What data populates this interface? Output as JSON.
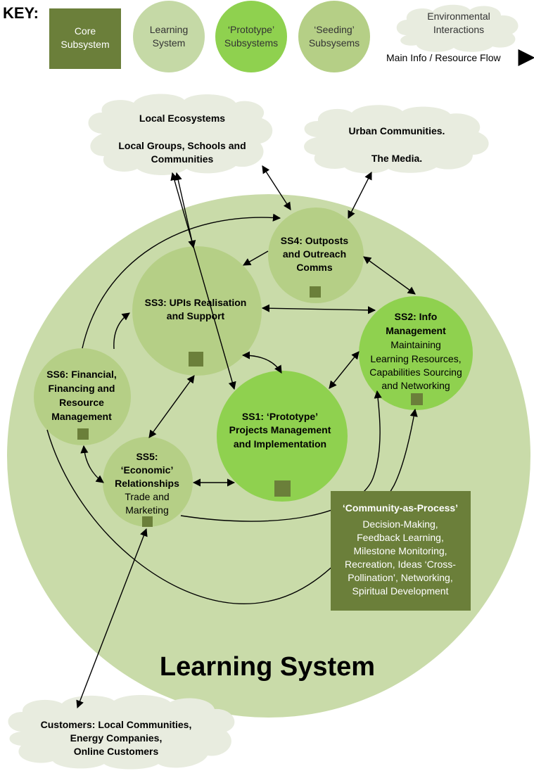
{
  "colors": {
    "core": "#6b7f3a",
    "learning": "#c5d9a6",
    "learning_big": "#c9dba9",
    "prototype": "#8fd14f",
    "seeding": "#b5cf86",
    "cloud": "#e8ecdf",
    "arrow": "#000000"
  },
  "key": {
    "title": "KEY:",
    "core": [
      "Core",
      "Subsystem"
    ],
    "learning": [
      "Learning",
      "System"
    ],
    "prototype": [
      "‘Prototype’",
      "Subsystems"
    ],
    "seeding": [
      "‘Seeding’",
      "Subsysems"
    ],
    "environmental": [
      "Environmental",
      "Interactions"
    ],
    "flow": "Main Info / Resource Flow"
  },
  "clouds": {
    "local_ecosystems": "Local Ecosystems",
    "local_groups": [
      "Local Groups, Schools and",
      "Communities"
    ],
    "urban": "Urban Communities.",
    "media": "The Media.",
    "customers": [
      "Customers: Local Communities,",
      "Energy Companies,",
      "Online Customers"
    ]
  },
  "subsystems": {
    "ss1": [
      "SS1: ‘Prototype’",
      "Projects Management",
      "and Implementation"
    ],
    "ss2_title": [
      "SS2: Info",
      "Management"
    ],
    "ss2_body": [
      "Maintaining",
      "Learning Resources,",
      "Capabilities Sourcing",
      "and Networking"
    ],
    "ss3": [
      "SS3: UPIs Realisation",
      "and Support"
    ],
    "ss4": [
      "SS4: Outposts",
      "and Outreach",
      "Comms"
    ],
    "ss5_title": [
      "SS5:",
      "‘Economic’",
      "Relationships"
    ],
    "ss5_body": [
      "Trade and",
      "Marketing"
    ],
    "ss6": [
      "SS6: Financial,",
      "Financing and",
      "Resource",
      "Management"
    ]
  },
  "community": {
    "title": "‘Community-as-Process’",
    "body": [
      "Decision-Making,",
      "Feedback Learning,",
      "Milestone Monitoring,",
      "Recreation, Ideas ‘Cross-",
      "Pollination’, Networking,",
      "Spiritual Development"
    ]
  },
  "learning_system_label": "Learning System"
}
